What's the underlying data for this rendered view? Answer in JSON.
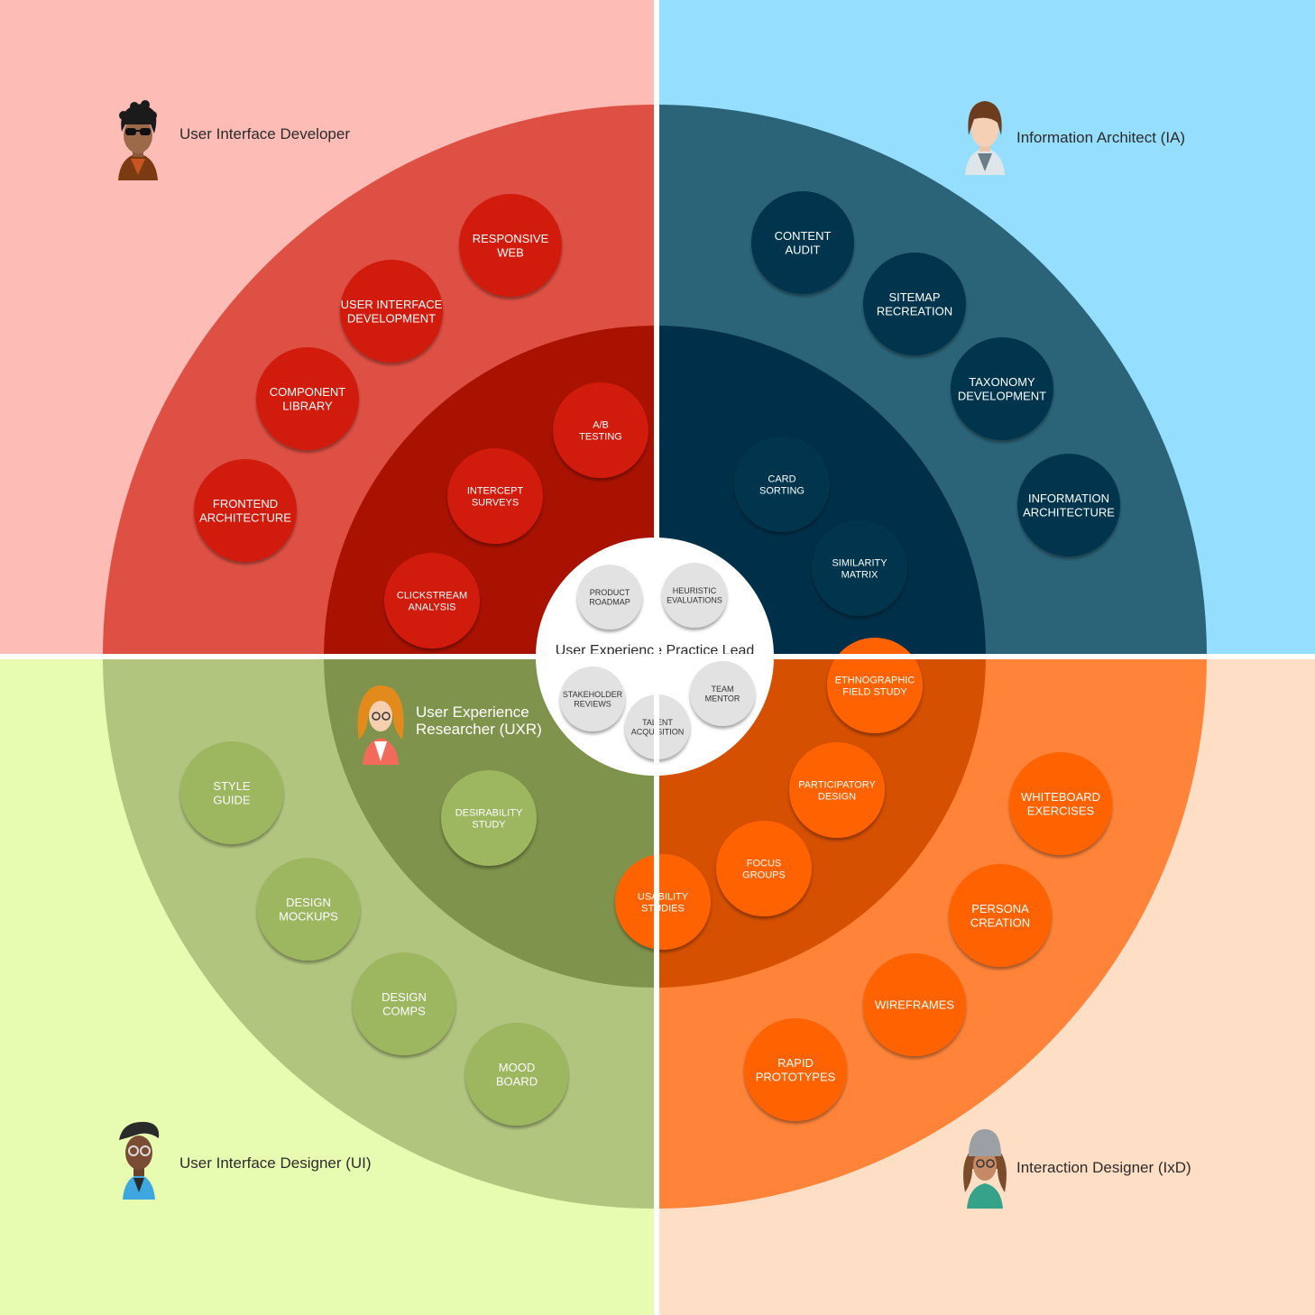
{
  "roles": {
    "uid": "User Interface Developer",
    "ia": "Information Architect (IA)",
    "uxr_line1": "User Experience",
    "uxr_line2": "Researcher (UXR)",
    "ui": "User Interface Designer (UI)",
    "ixd": "Interaction Designer (IxD)"
  },
  "center": {
    "title": "User Experience Practice Lead",
    "items": [
      [
        "PRODUCT",
        "ROADMAP"
      ],
      [
        "HEURISTIC",
        "EVALUATIONS"
      ],
      [
        "STAKEHOLDER",
        "REVIEWS"
      ],
      [
        "TALENT",
        "ACQUISITION"
      ],
      [
        "TEAM",
        "MENTOR"
      ]
    ]
  },
  "skills": {
    "red_outer": [
      [
        "RESPONSIVE",
        "WEB"
      ],
      [
        "USER INTERFACE",
        "DEVELOPMENT"
      ],
      [
        "COMPONENT",
        "LIBRARY"
      ],
      [
        "FRONTEND",
        "ARCHITECTURE"
      ]
    ],
    "red_inner": [
      [
        "A/B",
        "TESTING"
      ],
      [
        "INTERCEPT",
        "SURVEYS"
      ],
      [
        "CLICKSTREAM",
        "ANALYSIS"
      ]
    ],
    "blue_outer": [
      [
        "CONTENT",
        "AUDIT"
      ],
      [
        "SITEMAP",
        "RECREATION"
      ],
      [
        "TAXONOMY",
        "DEVELOPMENT"
      ],
      [
        "INFORMATION",
        "ARCHITECTURE"
      ]
    ],
    "blue_inner": [
      [
        "CARD",
        "SORTING"
      ],
      [
        "SIMILARITY",
        "MATRIX"
      ]
    ],
    "green_outer": [
      [
        "STYLE",
        "GUIDE"
      ],
      [
        "DESIGN",
        "MOCKUPS"
      ],
      [
        "DESIGN",
        "COMPS"
      ],
      [
        "MOOD",
        "BOARD"
      ]
    ],
    "green_inner": [
      [
        "DESIRABILITY",
        "STUDY"
      ]
    ],
    "orange_inner": [
      [
        "ETHNOGRAPHIC",
        "FIELD STUDY"
      ],
      [
        "PARTICIPATORY",
        "DESIGN"
      ],
      [
        "FOCUS",
        "GROUPS"
      ],
      [
        "USABILITY",
        "STUDIES"
      ]
    ],
    "orange_outer": [
      [
        "WHITEBOARD",
        "EXERCISES"
      ],
      [
        "PERSONA",
        "CREATION"
      ],
      [
        "WIREFRAMES"
      ],
      [
        "RAPID",
        "PROTOTYPES"
      ]
    ]
  },
  "colors": {
    "red_bg": "#fdbcb5",
    "red_outer": "#df5044",
    "red_inner": "#a91200",
    "red_bubble": "#d11a0a",
    "blue_bg": "#96defd",
    "blue_outer": "#2b6479",
    "blue_inner": "#003049",
    "blue_bubble": "#00354e",
    "green_bg": "#e8fcb1",
    "green_outer": "#b2c57f",
    "green_inner": "#80934c",
    "green_bubble": "#9db660",
    "orange_bg": "#ffdec6",
    "orange_outer": "#ff843a",
    "orange_inner": "#d55000",
    "orange_bubble": "#ff6200",
    "center": "#ffffff",
    "center_bubble": "#e2e2e2"
  },
  "icons": {
    "uid": "user-interface-developer-avatar-icon",
    "ia": "information-architect-avatar-icon",
    "uxr": "ux-researcher-avatar-icon",
    "ui": "ui-designer-avatar-icon",
    "ixd": "interaction-designer-avatar-icon"
  }
}
